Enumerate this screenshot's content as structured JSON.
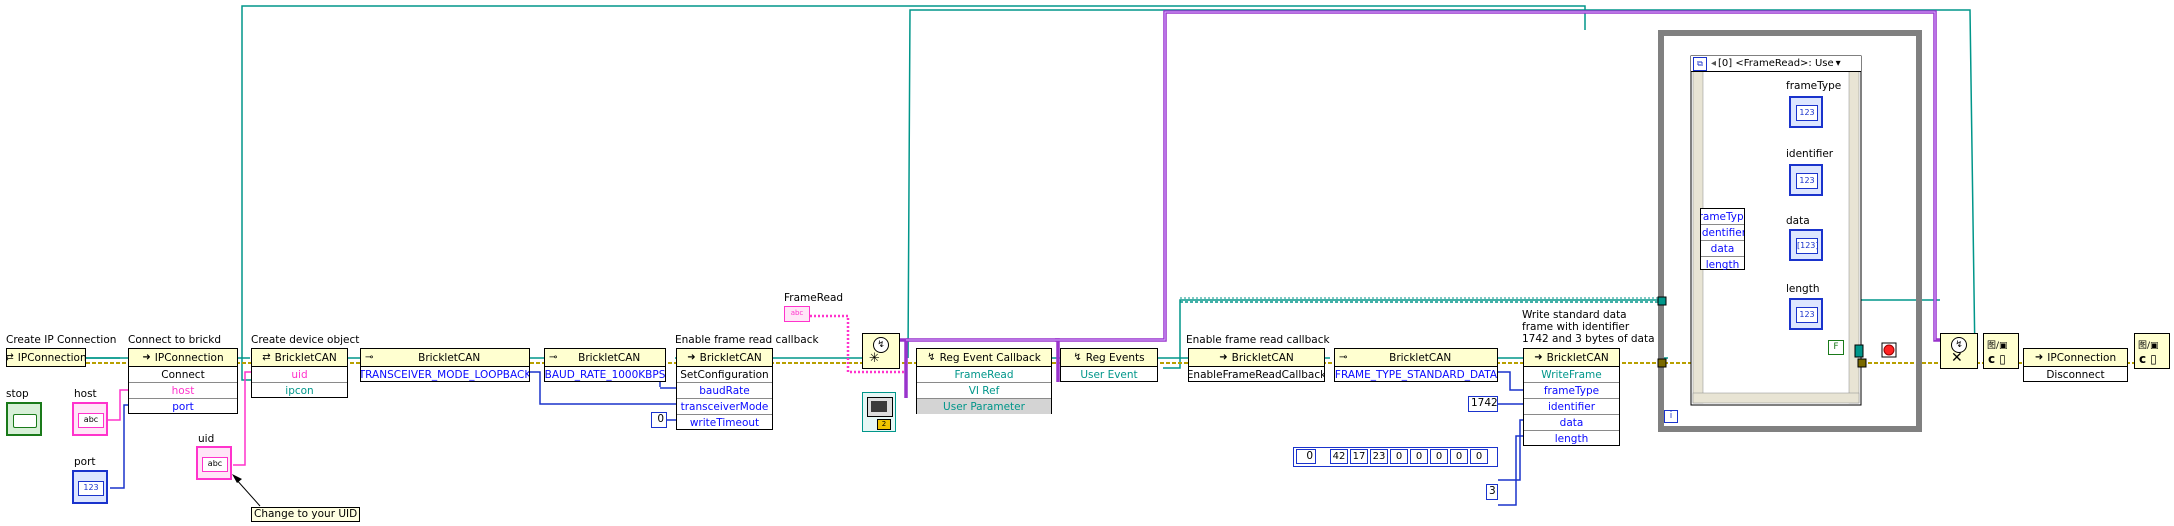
{
  "labels": {
    "create_ip": "Create IP Connection",
    "connect": "Connect to brickd",
    "create_device": "Create device object",
    "enable_read": "Enable frame read callback",
    "frame_read_label": "FrameRead",
    "enable_read2": "Enable frame read callback",
    "write_comment": [
      "Write standard data",
      "frame with identifier",
      "1742 and 3 bytes of data"
    ],
    "stop": "stop",
    "host": "host",
    "port": "port",
    "uid": "uid",
    "change_uid": "Change to your UID",
    "frame_type": "frameType",
    "identifier": "identifier",
    "data": "data",
    "length": "length"
  },
  "nodes": {
    "ipconnection_create": {
      "title": "IPConnection"
    },
    "connect": {
      "title": "IPConnection",
      "rows": [
        "Connect",
        "host",
        "port"
      ]
    },
    "create_device": {
      "title": "BrickletCAN",
      "rows": [
        "uid",
        "ipcon"
      ]
    },
    "bricklet_mode": {
      "title": "BrickletCAN",
      "value": "TRANSCEIVER_MODE_LOOPBACK"
    },
    "bricklet_baud": {
      "title": "BrickletCAN",
      "value": "BAUD_RATE_1000KBPS"
    },
    "set_config": {
      "title": "BrickletCAN",
      "rows": [
        "SetConfiguration",
        "baudRate",
        "transceiverMode",
        "writeTimeout"
      ]
    },
    "reg_callback": {
      "title": "Reg Event Callback",
      "rows": [
        "FrameRead",
        "VI Ref",
        "User Parameter"
      ]
    },
    "reg_events": {
      "title": "Reg Events",
      "rows": [
        "User Event"
      ]
    },
    "enable_callback": {
      "title": "BrickletCAN",
      "rows": [
        "EnableFrameReadCallback"
      ]
    },
    "frame_type_const": {
      "title": "BrickletCAN",
      "value": "FRAME_TYPE_STANDARD_DATA"
    },
    "write_frame": {
      "title": "BrickletCAN",
      "rows": [
        "WriteFrame",
        "frameType",
        "identifier",
        "data",
        "length"
      ]
    },
    "unbundle": {
      "rows": [
        "frameType",
        "identifier",
        "data",
        "length"
      ]
    },
    "event_case_header": "[0] <FrameRead>: Use",
    "disconnect": {
      "title": "IPConnection",
      "rows": [
        "Disconnect"
      ]
    }
  },
  "constants": {
    "write_timeout": "0",
    "identifier": "1742",
    "length": "3",
    "array_index": "0",
    "data_bytes": [
      "42",
      "17",
      "23",
      "0",
      "0",
      "0",
      "0",
      "0"
    ],
    "loop_iter": "i",
    "true_const": "F",
    "event_index": "0"
  },
  "colors": {
    "wire_ref": "#00968a",
    "wire_error": "#b8a000",
    "wire_string": "#ff33cc",
    "wire_int": "#1a33cc",
    "wire_event": "#9933cc",
    "loop_frame": "#808080",
    "header_fill": "#ffffd0"
  }
}
